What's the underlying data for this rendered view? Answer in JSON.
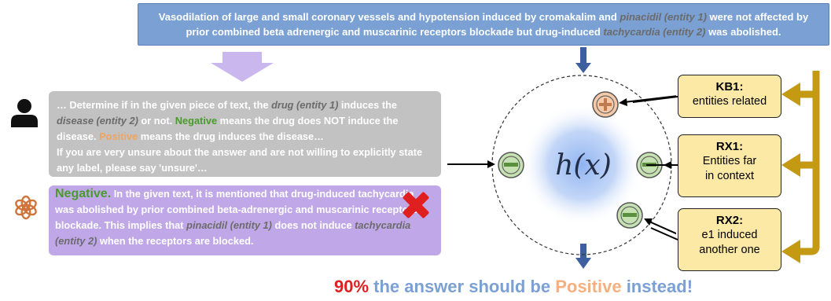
{
  "source_sentence": {
    "part1": "Vasodilation of large and small coronary vessels and hypotension induced by cromakalim and ",
    "entity1": "pinacidil (entity 1)",
    "part2": " were not affected by prior combined beta adrenergic and muscarinic receptors blockade but drug-induced ",
    "entity2": "tachycardia (entity 2)",
    "part3": " was abolished."
  },
  "prompt": {
    "t1": "… Determine if in the given piece of text, the ",
    "drug": "drug (entity 1)",
    "t2": " induces the ",
    "disease": "disease (entity 2)",
    "t3": " or not. ",
    "negative": "Negative",
    "t4": " means the drug does NOT induce the disease. ",
    "positive": "Positive",
    "t5": " means the drug induces the disease…",
    "t6": "If you are very unsure about the answer and are not willing to explicitly state any label, please say 'unsure'…"
  },
  "response": {
    "lead": "Negative.",
    "t1": " In the given text, it is mentioned that drug-induced tachycardia was abolished by prior combined beta-adrenergic and muscarinic receptors blockade. This implies that ",
    "entity1": "pinacidil (entity 1)",
    "t2": " does not induce ",
    "entity2": "tachycardia (entity 2)",
    "t3": " when the receptors are blocked."
  },
  "center_label": "h(x)",
  "knowledge_boxes": {
    "kb1": {
      "title": "KB1:",
      "line1": "entities related",
      "line2": ""
    },
    "rx1": {
      "title": "RX1:",
      "line1": "Entities far",
      "line2": "in context"
    },
    "rx2": {
      "title": "RX2:",
      "line1": "e1 induced",
      "line2": "another one"
    }
  },
  "result": {
    "pct": "90%",
    "t1": " the answer should be ",
    "positive": "Positive",
    "t2": " instead!"
  },
  "colors": {
    "source_box": "#7aa0d4",
    "prompt_box": "#c2c2c2",
    "response_box": "#c0a8e8",
    "negative_green": "#4a9a2e",
    "positive_orange": "#f0a460",
    "kb_fill": "#fde9a6",
    "gold_arrow": "#c49a12",
    "blue_arrow": "#3d5fa0",
    "red_cross": "#e02020"
  },
  "icons": [
    "user-icon",
    "openai-logo-icon",
    "wrong-cross-icon",
    "plus-circle-icon",
    "minus-circle-icon"
  ]
}
